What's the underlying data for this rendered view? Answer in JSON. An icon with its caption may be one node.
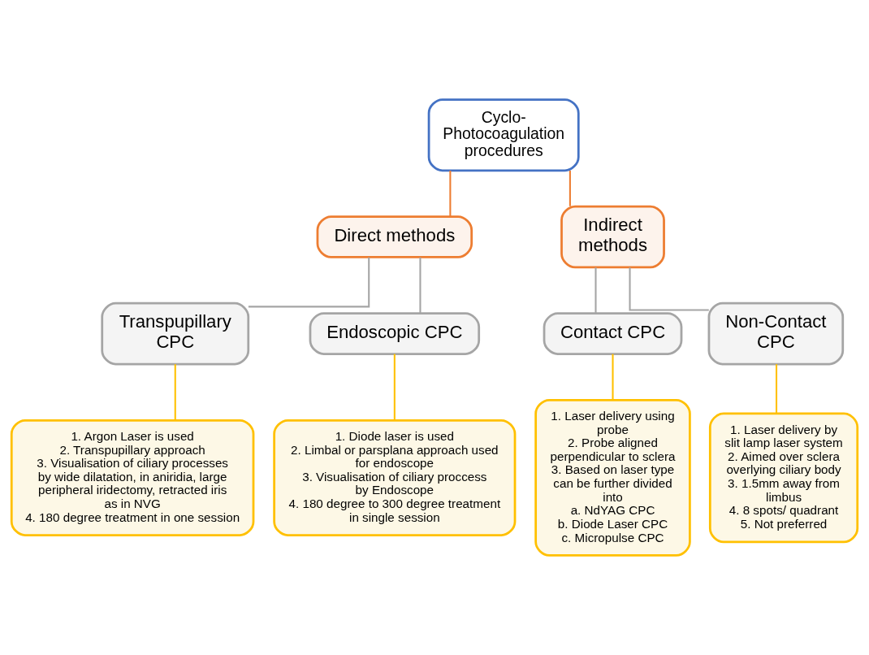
{
  "diagram": {
    "nodes": [
      {
        "text": [
          "Cyclo-Photocoagulation procedures"
        ]
      },
      {
        "text": [
          "Direct methods"
        ]
      },
      {
        "text": [
          "Indirect methods"
        ]
      },
      {
        "text": [
          "Transpupillary CPC"
        ]
      },
      {
        "text": [
          "Endoscopic CPC"
        ]
      },
      {
        "text": [
          "Contact CPC"
        ]
      },
      {
        "text": [
          "Non-Contact CPC"
        ]
      },
      {
        "text": [
          "1. Argon Laser is used",
          "2. Transpupillary approach",
          "3. Visualisation of ciliary processes by wide dilatation, in aniridia, large peripheral iridectomy, retracted iris as in NVG",
          "4. 180 degree treatment in one session"
        ]
      },
      {
        "text": [
          "1. Diode laser is used",
          "2. Limbal or parsplana approach used for endoscope",
          "3. Visualisation of ciliary proccess by Endoscope",
          "4. 180 degree to 300 degree treatment in single session"
        ]
      },
      {
        "text": [
          "1. Laser delivery using probe",
          "2. Probe aligned perpendicular to sclera",
          "3. Based on laser type can be further divided into",
          "a. NdYAG CPC",
          "b. Diode Laser CPC",
          "c. Micropulse CPC"
        ]
      },
      {
        "text": [
          "1. Laser delivery by slit lamp laser system",
          "2. Aimed over sclera overlying ciliary body",
          "3. 1.5mm away from limbus",
          "4. 8 spots/ quadrant",
          "5. Not preferred"
        ]
      }
    ],
    "edges": [
      {
        "from": 0,
        "to": 1,
        "arrow": "none",
        "color": "#ed7d31"
      },
      {
        "from": 0,
        "to": 2,
        "arrow": "none",
        "color": "#ed7d31"
      },
      {
        "from": 1,
        "to": 3,
        "arrow": "none",
        "color": "#a5a5a5"
      },
      {
        "from": 1,
        "to": 4,
        "arrow": "none",
        "color": "#a5a5a5"
      },
      {
        "from": 2,
        "to": 5,
        "arrow": "none",
        "color": "#a5a5a5"
      },
      {
        "from": 2,
        "to": 6,
        "arrow": "none",
        "color": "#a5a5a5"
      },
      {
        "from": 3,
        "to": 7,
        "arrow": "none",
        "color": "#ffc000"
      },
      {
        "from": 4,
        "to": 8,
        "arrow": "none",
        "color": "#ffc000"
      },
      {
        "from": 5,
        "to": 9,
        "arrow": "none",
        "color": "#ffc000"
      },
      {
        "from": 6,
        "to": 10,
        "arrow": "none",
        "color": "#ffc000"
      }
    ]
  }
}
